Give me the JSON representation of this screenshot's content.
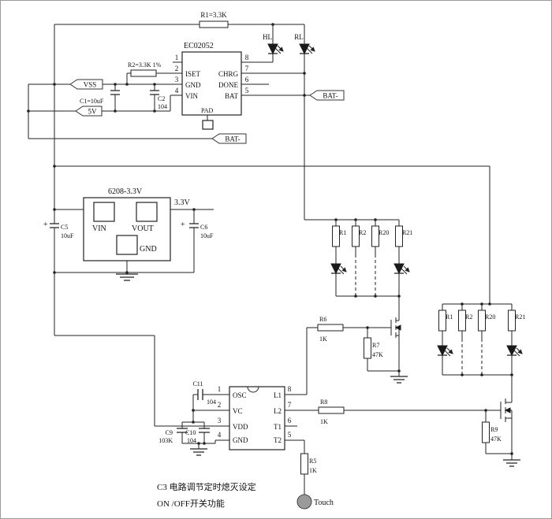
{
  "colors": {
    "wire": "#222222",
    "background": "#ffffff",
    "touch_pad_fill": "#9a9a9a"
  },
  "charger": {
    "r1": "R1=3.3K",
    "led_left": "HL",
    "led_right": "RL",
    "ic": {
      "name": "EC02052",
      "left_pins": [
        {
          "num": "1",
          "label": ""
        },
        {
          "num": "2",
          "label": "ISET"
        },
        {
          "num": "3",
          "label": "GND"
        },
        {
          "num": "4",
          "label": "VIN"
        }
      ],
      "right_pins": [
        {
          "num": "8",
          "label": ""
        },
        {
          "num": "7",
          "label": "CHRG"
        },
        {
          "num": "6",
          "label": "DONE"
        },
        {
          "num": "5",
          "label": "BAT"
        }
      ],
      "pad": "PAD"
    },
    "r2": "R2=3.3K 1%",
    "flag_vss": "VSS",
    "flag_5v": "5V",
    "c1": "C1=10uF",
    "c2_ref": "C2",
    "c2_val": "104",
    "flag_bat_right": "BAT-",
    "flag_bat_left": "BAT-"
  },
  "regulator": {
    "name": "6208-3.3V",
    "vin": "VIN",
    "vout": "VOUT",
    "gnd": "GND",
    "out": "3.3V",
    "c5_plus": "+",
    "c5_ref": "C5",
    "c5_val": "10uF",
    "c6_plus": "+",
    "c6_ref": "C6",
    "c6_val": "10uF"
  },
  "array_top": {
    "r": [
      "R1",
      "R2",
      "R20",
      "R21"
    ]
  },
  "array_bottom": {
    "r": [
      "R1",
      "R2",
      "R20",
      "R21"
    ]
  },
  "driver_top": {
    "r6_ref": "R6",
    "r6_val": "1K",
    "r7_ref": "R7",
    "r7_val": "47K"
  },
  "driver_bottom": {
    "r8_ref": "R8",
    "r8_val": "1K",
    "r9_ref": "R9",
    "r9_val": "47K"
  },
  "touch": {
    "ic": {
      "left_pins": [
        {
          "num": "1",
          "label": "OSC"
        },
        {
          "num": "2",
          "label": "VC"
        },
        {
          "num": "3",
          "label": "VDD"
        },
        {
          "num": "4",
          "label": "GND"
        }
      ],
      "right_pins": [
        {
          "num": "8",
          "label": "L1"
        },
        {
          "num": "7",
          "label": "L2"
        },
        {
          "num": "6",
          "label": "T1"
        },
        {
          "num": "5",
          "label": "T2"
        }
      ]
    },
    "c11_ref": "C11",
    "c11_val": "104",
    "c9_ref": "C9",
    "c9_val": "103K",
    "c10_ref": "C10",
    "c10_val": "104",
    "r5_ref": "R5",
    "r5_val": "1K",
    "touch_label": "Touch"
  },
  "notes": {
    "line1": "C3 电路调节定时熄灭设定",
    "line2": "ON /OFF开关功能"
  }
}
